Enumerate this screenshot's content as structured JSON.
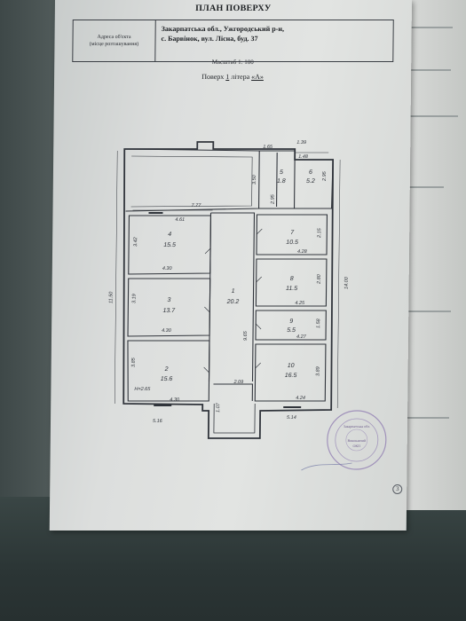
{
  "document": {
    "title": "ПЛАН ПОВЕРХУ",
    "address_label_1": "Адреса об'єкта",
    "address_label_2": "(місце розташування)",
    "address_line_1": "Закарпатська обл., Ужгородський р-н,",
    "address_line_2": "с. Барвінок,  вул. Лісна, буд. 37",
    "scale": "Масштаб 1: 100",
    "floor_prefix": "Поверх ",
    "floor_number": "1",
    "floor_letter_prefix": " літера ",
    "floor_letter": "«А»",
    "page_number": "3"
  },
  "plan": {
    "rooms": [
      {
        "num": "1",
        "area": "20.2"
      },
      {
        "num": "2",
        "area": "15.6"
      },
      {
        "num": "3",
        "area": "13.7"
      },
      {
        "num": "4",
        "area": "15.5"
      },
      {
        "num": "5",
        "area": "1.8"
      },
      {
        "num": "6",
        "area": "5.2"
      },
      {
        "num": "7",
        "area": "10.5"
      },
      {
        "num": "8",
        "area": "11.5"
      },
      {
        "num": "9",
        "area": "5.5"
      },
      {
        "num": "10",
        "area": "16.5"
      }
    ],
    "dimensions": {
      "d_165": "1.65",
      "d_139": "1.39",
      "d_148": "1.48",
      "d_350": "3.50",
      "d_295": "2.95",
      "d_777": "7.77",
      "d_461": "4.61",
      "d_342": "3.42",
      "d_430": "4.30",
      "d_319": "3.19",
      "d_1150": "11.50",
      "d_430b": "4.30",
      "d_385": "3.85",
      "d_h265": "H=2.65",
      "d_430c": "4.30",
      "d_516": "5.16",
      "d_965": "9.65",
      "d_209": "2.09",
      "d_107": "1.07",
      "d_428": "4.28",
      "d_215": "2.15",
      "d_425": "4.25",
      "d_280": "2.80",
      "d_1400": "14.00",
      "d_427": "4.27",
      "d_158": "1.58",
      "d_424": "4.24",
      "d_389": "3.89",
      "d_514": "5.14",
      "d_295b": "2.95"
    }
  },
  "stamp": {
    "center": "Виконавчий",
    "center_2": "ОКП",
    "ring": "Закарпатська обл."
  }
}
